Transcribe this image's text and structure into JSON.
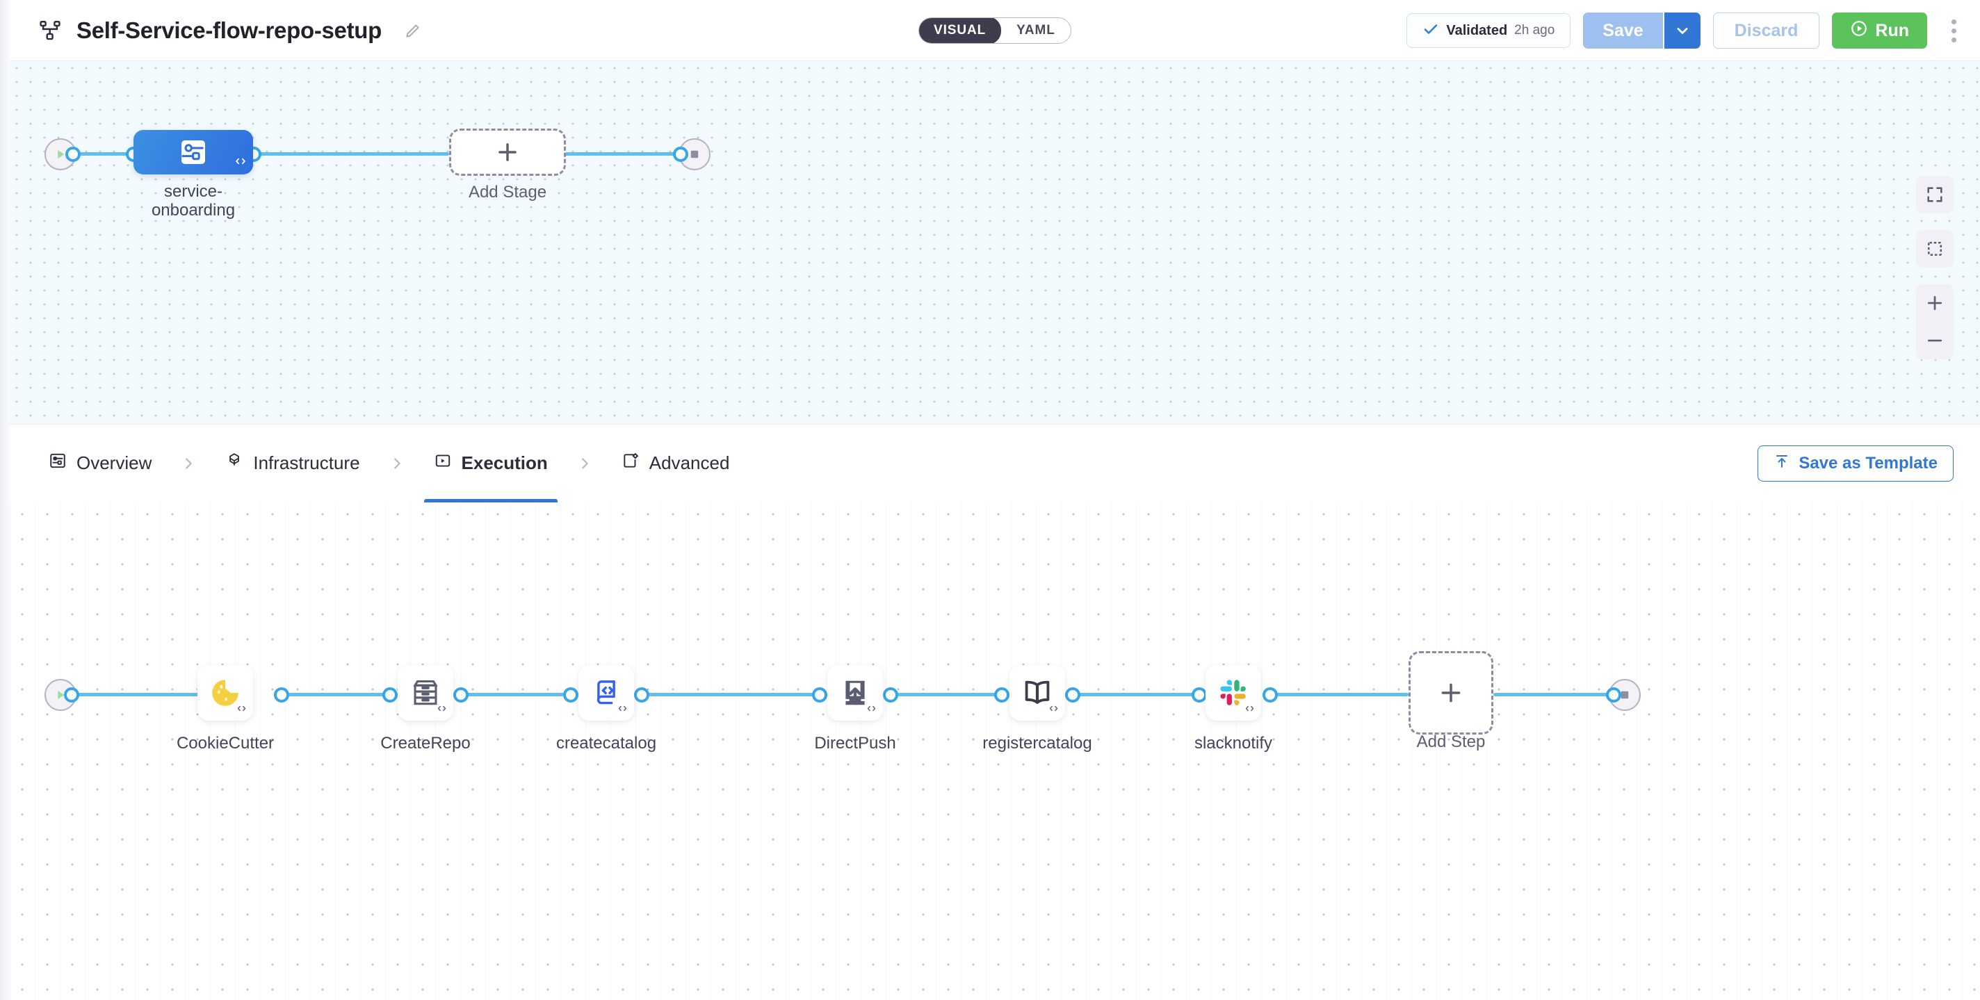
{
  "header": {
    "pipeline_icon": "pipeline-flow-icon",
    "title": "Self-Service-flow-repo-setup",
    "edit_icon": "pencil-edit-icon",
    "mode_toggle": {
      "options": [
        "VISUAL",
        "YAML"
      ],
      "active": "VISUAL"
    },
    "validated": {
      "icon": "check-icon",
      "label": "Validated",
      "time": "2h ago"
    },
    "save": {
      "label": "Save",
      "caret_icon": "chevron-down-icon",
      "disabled": true,
      "fill": "#9dc0ef",
      "caret_fill": "#3377d6"
    },
    "discard": {
      "label": "Discard",
      "disabled": true,
      "color": "#a6c3ea"
    },
    "run": {
      "label": "Run",
      "icon": "play-circle-icon",
      "fill": "#5cc25c"
    },
    "kebab_icon": "more-vertical-icon"
  },
  "canvas_controls": [
    {
      "name": "fit-to-screen-icon"
    },
    {
      "name": "selection-box-icon"
    },
    {
      "name": "zoom-in-icon"
    },
    {
      "name": "zoom-out-icon"
    }
  ],
  "stage_canvas": {
    "start_node": {
      "icon": "play-icon"
    },
    "stop_node": {
      "icon": "stop-square-icon"
    },
    "stages": [
      {
        "label": "service-\nonboarding",
        "icon": "stage-flow-icon",
        "badge": "code-badge",
        "selected": true
      }
    ],
    "add_stage": {
      "label": "Add Stage",
      "icon": "plus-icon"
    }
  },
  "tabbar": {
    "tabs": [
      {
        "label": "Overview",
        "icon": "overview-icon",
        "active": false
      },
      {
        "label": "Infrastructure",
        "icon": "infrastructure-icon",
        "active": false
      },
      {
        "label": "Execution",
        "icon": "execution-icon",
        "active": true
      },
      {
        "label": "Advanced",
        "icon": "advanced-icon",
        "active": false
      }
    ],
    "separator_icon": "chevron-right-icon",
    "save_as_template": {
      "label": "Save as Template",
      "icon": "upload-template-icon"
    }
  },
  "execution_canvas": {
    "start_node": {
      "icon": "play-icon"
    },
    "stop_node": {
      "icon": "stop-square-icon"
    },
    "steps": [
      {
        "label": "CookieCutter",
        "icon": "cookie-icon",
        "badge": "code-badge"
      },
      {
        "label": "CreateRepo",
        "icon": "repository-icon",
        "badge": "code-badge"
      },
      {
        "label": "createcatalog",
        "icon": "code-scroll-icon",
        "badge": "code-badge"
      },
      {
        "label": "DirectPush",
        "icon": "push-upload-icon",
        "badge": "code-badge"
      },
      {
        "label": "registercatalog",
        "icon": "open-book-icon",
        "badge": "code-badge"
      },
      {
        "label": "slacknotify",
        "icon": "slack-icon",
        "badge": "code-badge"
      }
    ],
    "add_step": {
      "label": "Add Step",
      "icon": "plus-icon"
    }
  },
  "colors": {
    "edge": "#62bdf0",
    "port_ring": "#35a7e8",
    "accent": "#3377d6",
    "stage_node": "#3d8fe3",
    "run_green": "#5cc25c",
    "canvas_top_bg": "#f3fafd",
    "canvas_bottom_bg": "#ffffff"
  }
}
